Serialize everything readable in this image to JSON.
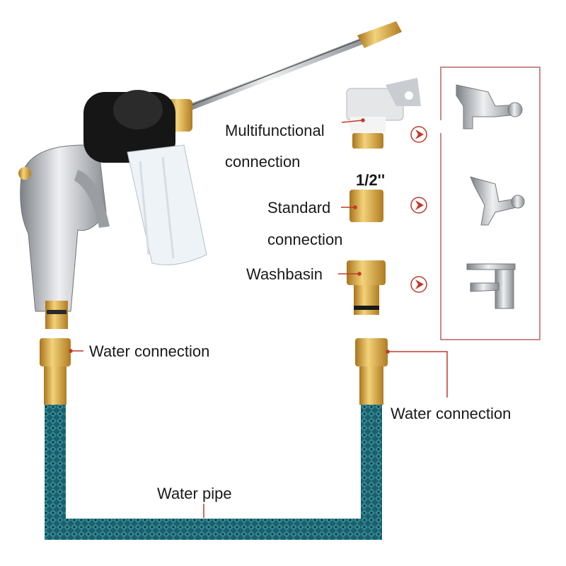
{
  "labels": {
    "multifunctional_1": "Multifunctional",
    "multifunctional_2": "connection",
    "size": "1/2''",
    "standard_1": "Standard",
    "standard_2": "connection",
    "washbasin": "Washbasin",
    "water_connection_left": "Water connection",
    "water_connection_right": "Water connection",
    "water_pipe": "Water pipe"
  },
  "colors": {
    "leader": "#c0392b",
    "box": "#c98a8a",
    "brass": "#d9a93f",
    "hose": "#1f6b78",
    "chrome": "#b9bcc0"
  }
}
